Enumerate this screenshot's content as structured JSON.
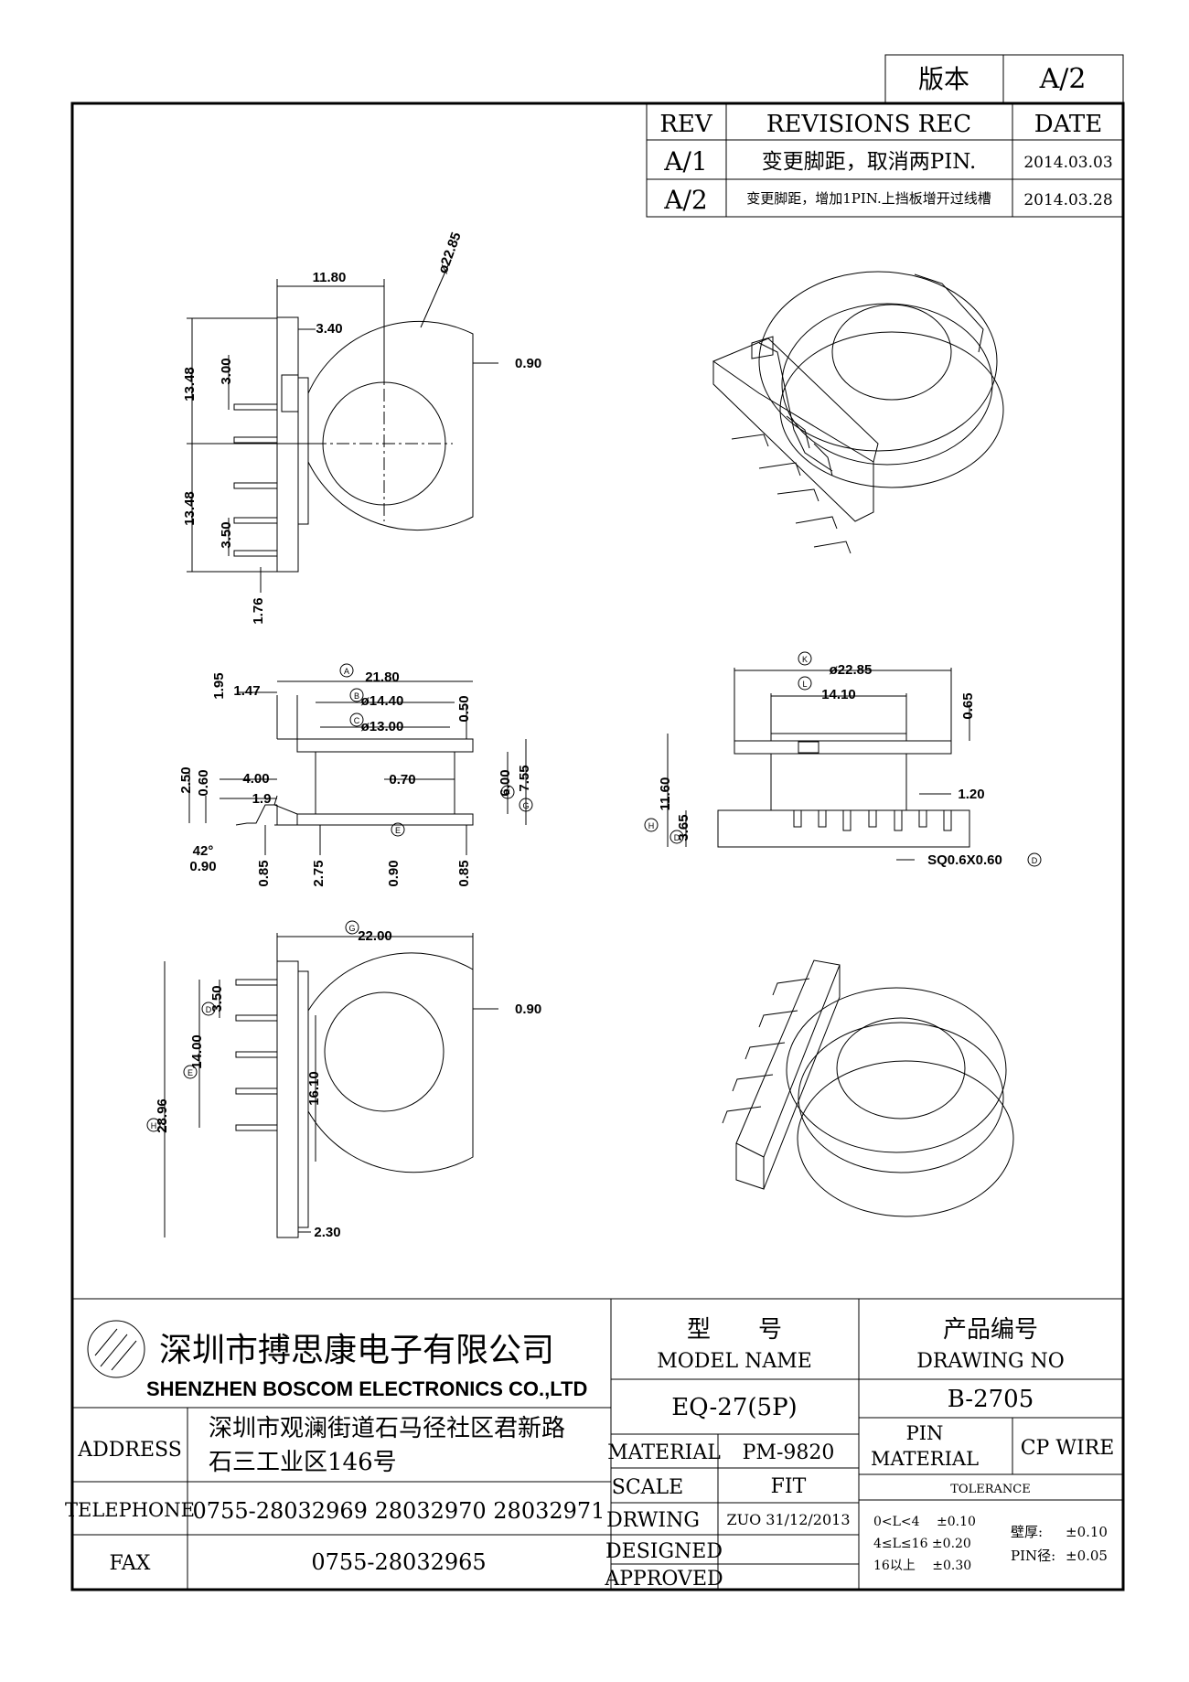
{
  "version_box": {
    "label": "版本",
    "value": "A/2"
  },
  "revisions": {
    "headers": {
      "rev": "REV",
      "rec": "REVISIONS REC",
      "date": "DATE"
    },
    "rows": [
      {
        "rev": "A/1",
        "rec": "变更脚距，取消两PIN.",
        "date": "2014.03.03"
      },
      {
        "rev": "A/2",
        "rec": "变更脚距，增加1PIN.上挡板增开过线槽",
        "date": "2014.03.28"
      }
    ]
  },
  "view_top": {
    "dims": {
      "w1180": "11.80",
      "dia2285": "ø22.85",
      "w340": "3.40",
      "h300": "3.00",
      "d090": "0.90",
      "h1348a": "13.48",
      "h1348b": "13.48",
      "h350": "3.50",
      "h176": "1.76"
    }
  },
  "view_side": {
    "dims": {
      "h195": "1.95",
      "w147": "1.47",
      "a2180": "21.80",
      "b1440": "ø14.40",
      "c1300": "ø13.00",
      "h050": "0.50",
      "h250": "2.50",
      "h060": "0.60",
      "w400": "4.00",
      "w19": "1.9",
      "w070": "0.70",
      "h600": "6.00",
      "h755": "7.55",
      "ang42": "42°",
      "w090": "0.90",
      "w085a": "0.85",
      "w275": "2.75",
      "w090b": "0.90",
      "w085b": "0.85"
    }
  },
  "view_front": {
    "dims": {
      "dia2285": "ø22.85",
      "w1410": "14.10",
      "h065": "0.65",
      "h1160": "11.60",
      "h365": "3.65",
      "w120": "1.20",
      "sq": "SQ0.6X0.60"
    }
  },
  "view_bottom": {
    "dims": {
      "w2200": "22.00",
      "d090": "0.90",
      "h350": "3.50",
      "h1400": "14.00",
      "h2896": "28.96",
      "h1610": "16.10",
      "w230": "2.30"
    }
  },
  "markers": {
    "a": "A",
    "b": "B",
    "c": "C",
    "d": "D",
    "e": "E",
    "f": "F",
    "g": "G",
    "h": "H",
    "k": "K",
    "l": "L"
  },
  "company": {
    "name_cn": "深圳市搏思康电子有限公司",
    "name_en": "SHENZHEN BOSCOM ELECTRONICS CO.,LTD"
  },
  "title_block": {
    "address_label": "ADDRESS",
    "address_line1": "深圳市观澜街道石马径社区君新路",
    "address_line2": "石三工业区146号",
    "telephone_label": "TELEPHONE",
    "telephone": "0755-28032969 28032970 28032971",
    "fax_label": "FAX",
    "fax": "0755-28032965",
    "model_cn": "型　　号",
    "model_en": "MODEL NAME",
    "model_value": "EQ-27(5P)",
    "drawing_cn": "产品编号",
    "drawing_en": "DRAWING NO",
    "drawing_value": "B-2705",
    "material_label": "MATERIAL",
    "material_value": "PM-9820",
    "scale_label": "SCALE",
    "scale_value": "FIT",
    "drwing_label": "DRWING",
    "drwing_value": "ZUO 31/12/2013",
    "designed_label": "DESIGNED",
    "approved_label": "APPROVED",
    "pin_label": "PIN",
    "pin_material_label": "MATERIAL",
    "pin_material_value": "CP WIRE",
    "tolerance_label": "TOLERANCE",
    "tol_row1": "0<L<4　 ±0.10",
    "tol_row2": "4≤L≤16 ±0.20",
    "tol_row3": "16以上　 ±0.30",
    "wall_label": "壁厚:",
    "wall_value": "±0.10",
    "pin_dia_label": "PIN径:",
    "pin_dia_value": "±0.05"
  }
}
